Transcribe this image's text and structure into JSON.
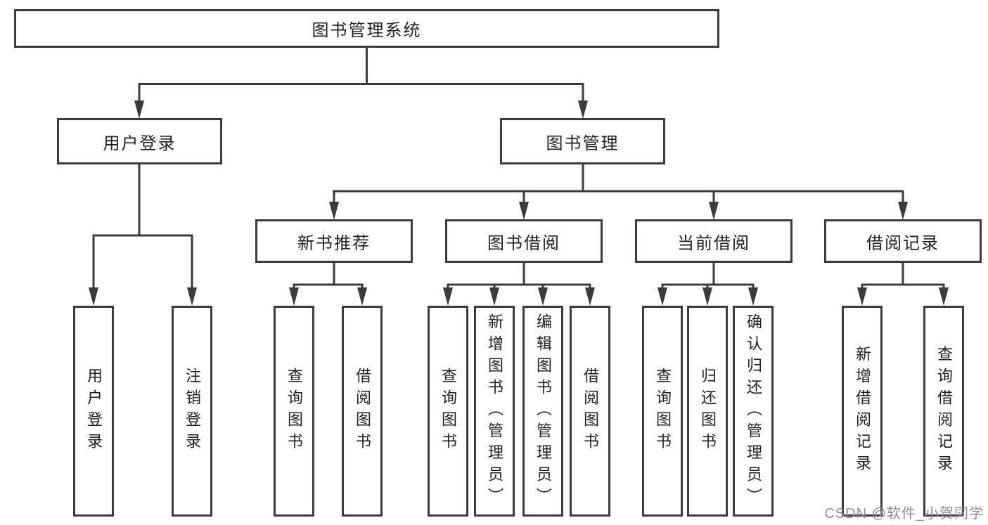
{
  "diagram": {
    "title": "图书管理系统",
    "hierarchy": {
      "label": "图书管理系统",
      "children": [
        {
          "label": "用户登录",
          "children": [
            {
              "label": "用户登录"
            },
            {
              "label": "注销登录"
            }
          ]
        },
        {
          "label": "图书管理",
          "children": [
            {
              "label": "新书推荐",
              "children": [
                {
                  "label": "查询图书"
                },
                {
                  "label": "借阅图书"
                }
              ]
            },
            {
              "label": "图书借阅",
              "children": [
                {
                  "label": "查询图书"
                },
                {
                  "label": "新增图书（管理员）"
                },
                {
                  "label": "编辑图书（管理员）"
                },
                {
                  "label": "借阅图书"
                }
              ]
            },
            {
              "label": "当前借阅",
              "children": [
                {
                  "label": "查询图书"
                },
                {
                  "label": "归还图书"
                },
                {
                  "label": "确认归还（管理员）"
                }
              ]
            },
            {
              "label": "借阅记录",
              "children": [
                {
                  "label": "新增借阅记录"
                },
                {
                  "label": "查询借阅记录"
                }
              ]
            }
          ]
        }
      ]
    }
  },
  "watermark": "CSDN @软件_小贺同学",
  "colors": {
    "line": "#3b3b3b",
    "text": "#1f1f1f",
    "box_background": "#ffffff",
    "watermark": "#8f8f8f"
  }
}
